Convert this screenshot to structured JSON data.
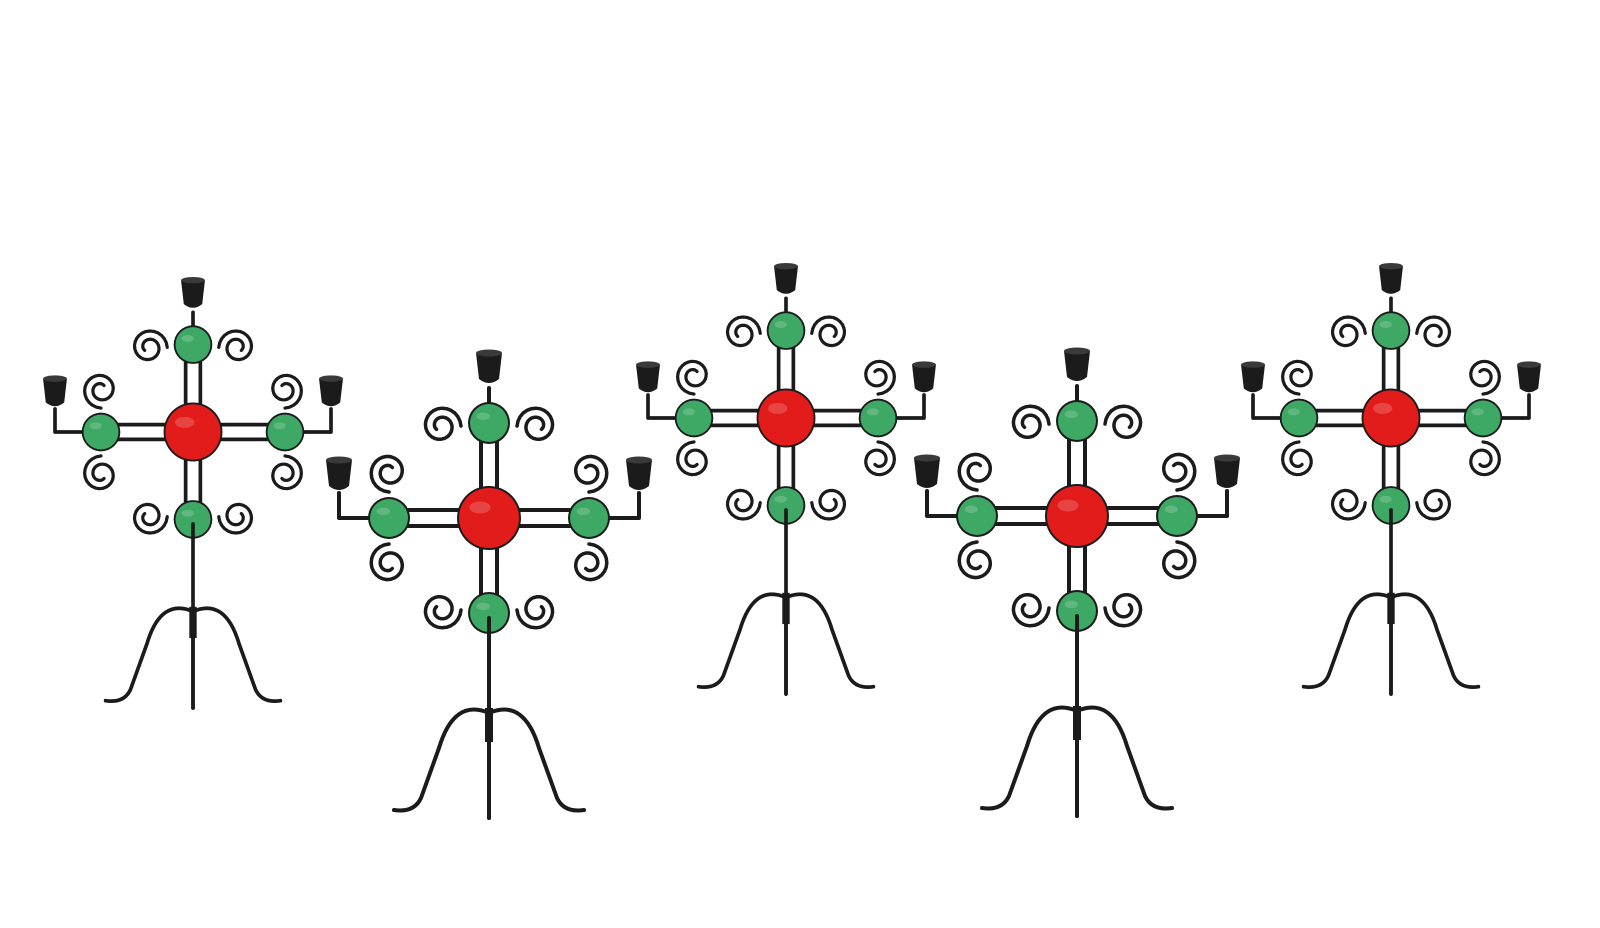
{
  "scene": {
    "background": "#ffffff",
    "iron_color": "#1b1b1b",
    "glass_colors": {
      "red": "#e21b1b",
      "green": "#3ea865"
    },
    "candelabra": [
      {
        "id": "candelabra-1",
        "center_glass": "red"
      },
      {
        "id": "candelabra-2",
        "center_glass": "red"
      },
      {
        "id": "candelabra-3",
        "center_glass": "red"
      },
      {
        "id": "candelabra-4",
        "center_glass": "red"
      },
      {
        "id": "candelabra-5",
        "center_glass": "red"
      }
    ]
  }
}
